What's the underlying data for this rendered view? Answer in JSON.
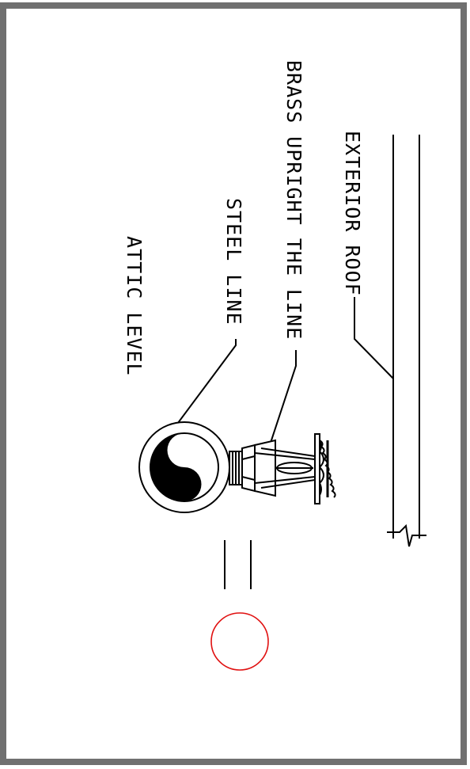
{
  "labels": {
    "exterior_roof": "EXTERIOR ROOF",
    "brass_upright": "BRASS UPRIGHT THE LINE",
    "steel_line": "STEEL LINE",
    "attic_level": "ATTIC LEVEL"
  },
  "colors": {
    "frame": "#707070",
    "ink": "#000000",
    "accent": "#e01010",
    "paper": "#ffffff"
  }
}
